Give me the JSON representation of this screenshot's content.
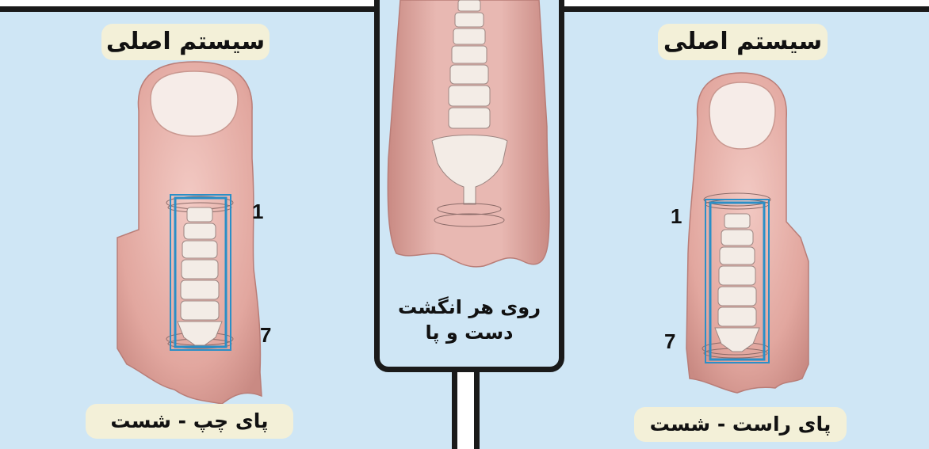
{
  "left_panel": {
    "title": "سیستم اصلی",
    "caption": "پای چپ - شست",
    "marker_top": "1",
    "marker_bottom": "7"
  },
  "center_panel": {
    "caption_line1": "روی هر انگشت",
    "caption_line2": "دست و پا"
  },
  "right_panel": {
    "title": "سیستم اصلی",
    "caption": "پای راست - شست",
    "marker_top": "1",
    "marker_bottom": "7"
  },
  "colors": {
    "panel_bg": "#cfe6f5",
    "skin": "#e8b3ad",
    "border": "#1a1a1a",
    "bone": "#f3ece6",
    "highlight_box": "#2a8fc7",
    "pill_bg": "#f3f0d8"
  }
}
